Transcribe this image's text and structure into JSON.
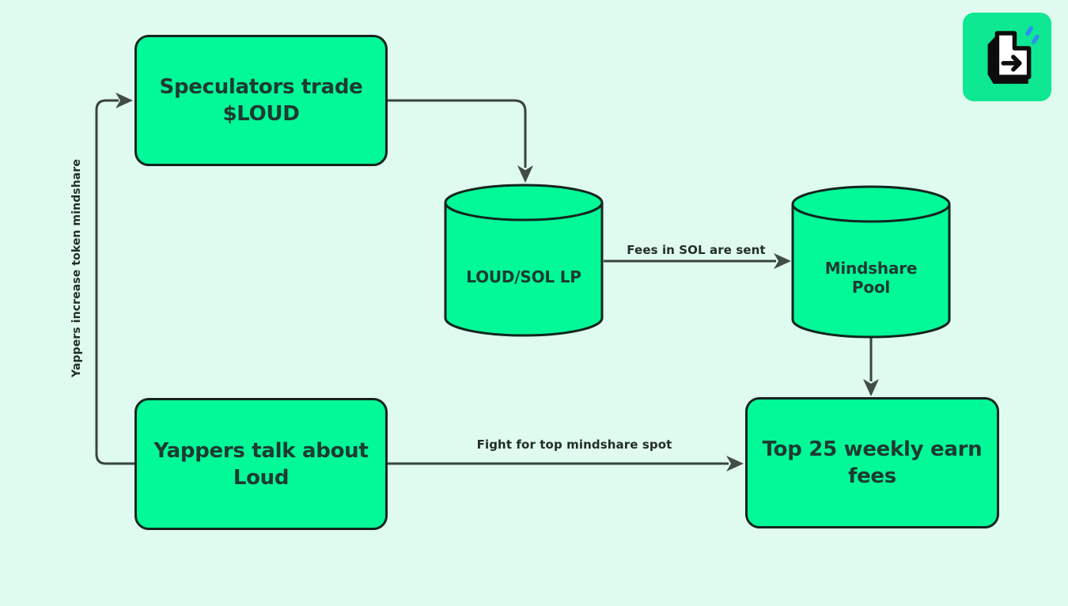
{
  "palette": {
    "canvas_bg": "#DFFAEE",
    "node_fill": "#02F998",
    "node_border": "#13251E",
    "ink": "#1E3A31",
    "label_ink": "#232E28",
    "line": "#3A443E",
    "arrow": "#434D47",
    "logo_bg": "#0EE892",
    "logo_blue": "#2B8FF0",
    "logo_black": "#0D0D0D",
    "logo_white": "#FFFFFF"
  },
  "nodes": {
    "speculators": {
      "lines": [
        "Speculators trade",
        "$LOUD"
      ]
    },
    "loud_sol_lp": {
      "label": "LOUD/SOL LP"
    },
    "mindshare_pool": {
      "lines": [
        "Mindshare",
        "Pool"
      ]
    },
    "yappers": {
      "lines": [
        "Yappers talk about",
        "Loud"
      ]
    },
    "top25": {
      "lines": [
        "Top 25 weekly earn",
        "fees"
      ]
    }
  },
  "edges": {
    "fees_label": "Fees in SOL are sent",
    "fight_label": "Fight for top mindshare spot",
    "loop_label": "Yappers increase token mindshare"
  },
  "logo": {
    "icon": "key-with-right-arrow-icon"
  }
}
